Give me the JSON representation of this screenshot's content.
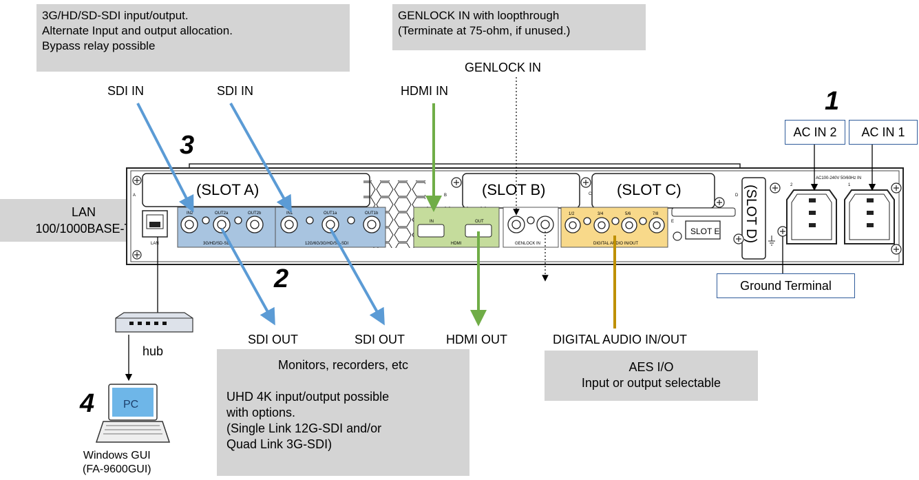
{
  "callouts": {
    "sdi_io": [
      "3G/HD/SD-SDI input/output.",
      "Alternate Input and output allocation.",
      "Bypass relay possible"
    ],
    "genlock_note": [
      "GENLOCK IN with loopthrough",
      "(Terminate at 75-ohm, if unused.)"
    ],
    "lan": [
      "LAN",
      "100/1000BASE-T"
    ],
    "monitors": "Monitors, recorders, etc",
    "uhd": [
      "UHD 4K input/output possible",
      "with options.",
      "(Single Link 12G-SDI and/or",
      "Quad Link 3G-SDI)"
    ],
    "aes": [
      "AES I/O",
      "Input or output selectable"
    ]
  },
  "labels": {
    "sdi_in_1": "SDI IN",
    "sdi_in_2": "SDI IN",
    "hdmi_in": "HDMI IN",
    "genlock_in": "GENLOCK IN",
    "sdi_out_1": "SDI OUT",
    "sdi_out_2": "SDI OUT",
    "hdmi_out": "HDMI OUT",
    "digital_audio": "DIGITAL AUDIO IN/OUT",
    "ac_in_2": "AC IN 2",
    "ac_in_1": "AC IN 1",
    "ground": "Ground Terminal",
    "hub": "hub",
    "pc": "PC",
    "windows_gui": [
      "Windows GUI",
      "(FA-9600GUI)"
    ]
  },
  "numbers": {
    "n1": "1",
    "n2": "2",
    "n3": "3",
    "n4": "4"
  },
  "panel": {
    "slot_a": "(SLOT A)",
    "slot_b": "(SLOT B)",
    "slot_c": "(SLOT C)",
    "slot_d": "(SLOT D)",
    "slot_e": "SLOT E",
    "lan_port": "LAN",
    "sdi_group_a": "3G/HD/SD-SDI",
    "sdi_group_b": "12G/6G/3G/HD/SD-SDI",
    "hdmi_group": "HDMI",
    "genlock_group": "GENLOCK IN",
    "audio_group": "DIGITAL AUDIO IN/OUT",
    "ac_rating": "AC100-240V 50/60Hz IN",
    "in2": "IN2",
    "out2a": "OUT2a",
    "out2b": "OUT2b",
    "in1": "IN1",
    "out1a": "OUT1a",
    "out1b": "OUT1b",
    "hdmi_in": "IN",
    "hdmi_out": "OUT",
    "aes12": "1/2",
    "aes34": "3/4",
    "aes56": "5/6",
    "aes78": "7/8",
    "ac2": "2",
    "ac1": "1",
    "a_mark": "A",
    "b_mark": "B",
    "c_mark": "C",
    "d_mark": "D",
    "e_mark": "E"
  },
  "colors": {
    "blue_arrow": "#5b9bd5",
    "green_arrow": "#70ad47",
    "gold_line": "#bf9000",
    "callout_bg": "#d4d4d4"
  }
}
